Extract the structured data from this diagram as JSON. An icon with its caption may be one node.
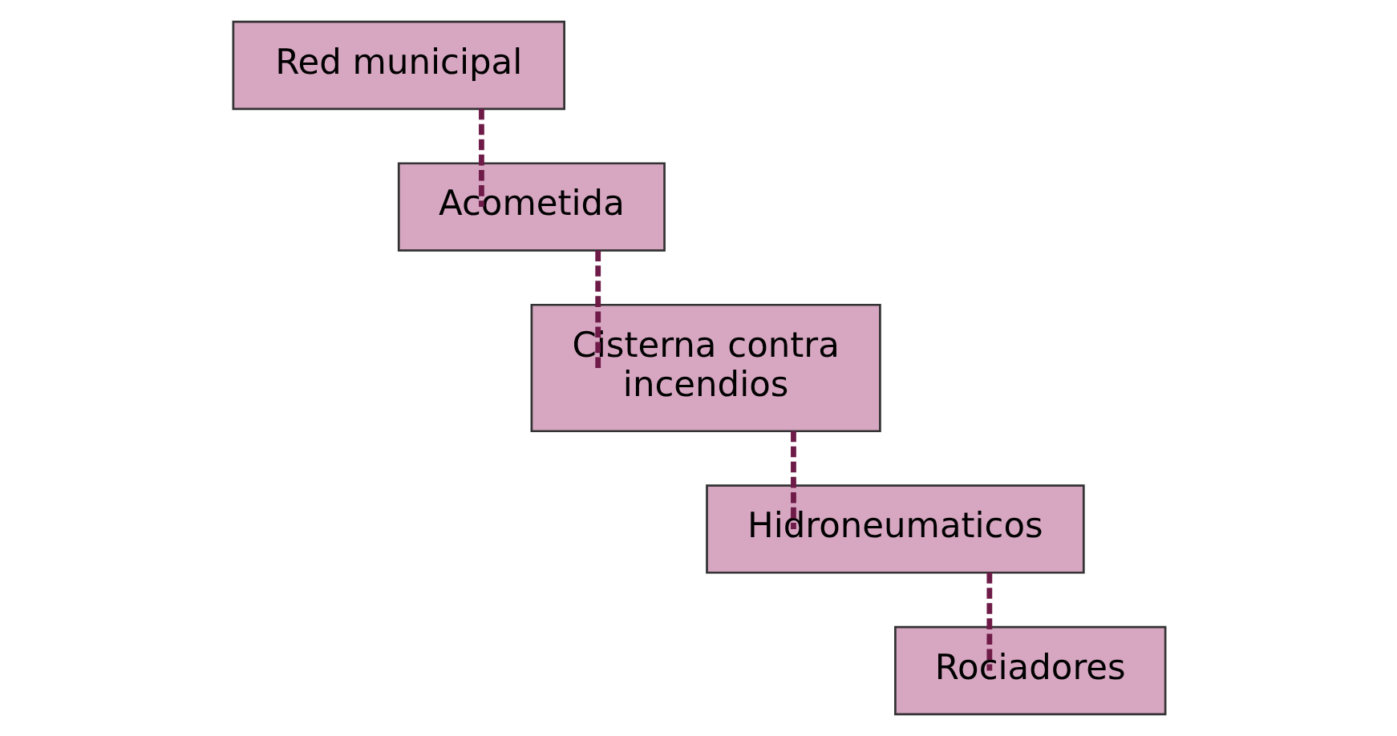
{
  "diagram": {
    "nodes": [
      {
        "text": [
          "Red municipal"
        ]
      },
      {
        "text": [
          "Acometida"
        ]
      },
      {
        "text": [
          "Cisterna contra incendios"
        ]
      },
      {
        "text": [
          "Hidroneumaticos"
        ]
      },
      {
        "text": [
          "Rociadores"
        ]
      }
    ],
    "edges": [
      {
        "from": 0,
        "to": 1,
        "arrow": "none",
        "style": "dashed"
      },
      {
        "from": 1,
        "to": 2,
        "arrow": "none",
        "style": "dashed"
      },
      {
        "from": 2,
        "to": 3,
        "arrow": "none",
        "style": "dashed"
      },
      {
        "from": 3,
        "to": 4,
        "arrow": "none",
        "style": "dashed"
      }
    ]
  }
}
